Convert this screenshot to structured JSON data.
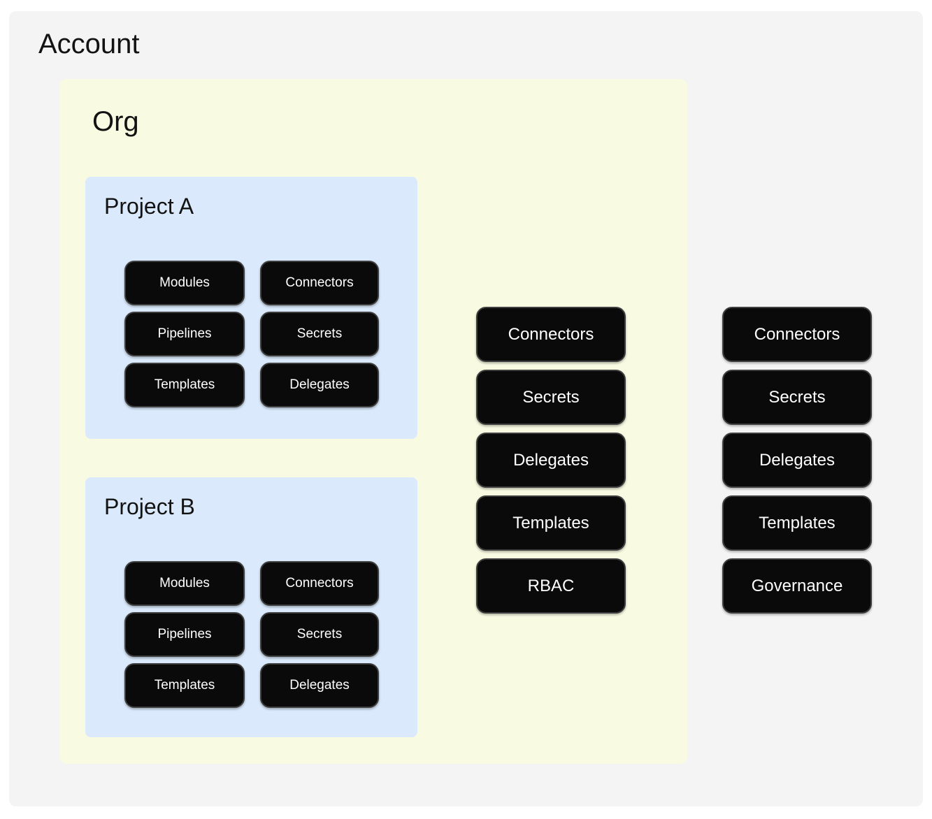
{
  "account": {
    "label": "Account",
    "resources": [
      "Connectors",
      "Secrets",
      "Delegates",
      "Templates",
      "Governance"
    ],
    "org": {
      "label": "Org",
      "resources": [
        "Connectors",
        "Secrets",
        "Delegates",
        "Templates",
        "RBAC"
      ],
      "projects": [
        {
          "label": "Project A",
          "resources": [
            "Modules",
            "Connectors",
            "Pipelines",
            "Secrets",
            "Templates",
            "Delegates"
          ]
        },
        {
          "label": "Project B",
          "resources": [
            "Modules",
            "Connectors",
            "Pipelines",
            "Secrets",
            "Templates",
            "Delegates"
          ]
        }
      ]
    }
  },
  "colors": {
    "account_bg": "#f4f4f5",
    "org_bg": "#f8fae2",
    "project_bg": "#daeafc",
    "pill_bg": "#0a0a0a",
    "pill_border": "#3e3e3e",
    "pill_text": "#ffffff",
    "title_text": "#131313"
  }
}
